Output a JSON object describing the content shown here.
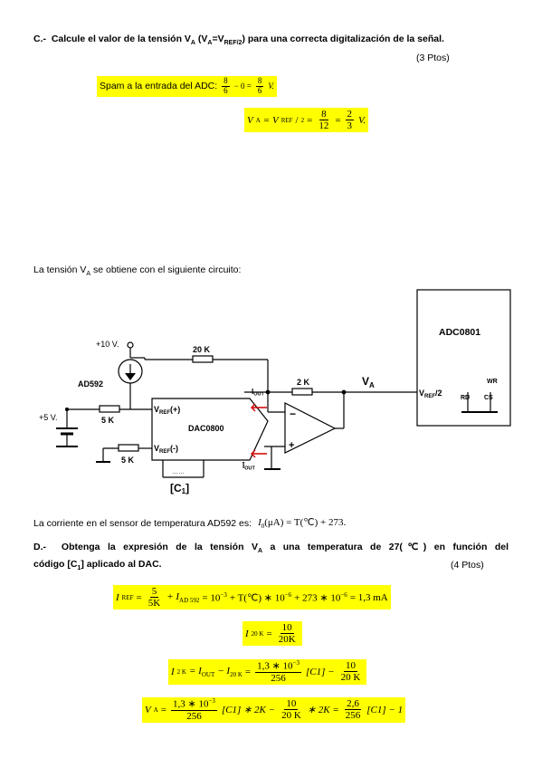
{
  "sectionC": {
    "label": "C.-",
    "title_a": "Calcule el valor de la tensión V",
    "title_sub1": "A",
    "title_b": " (V",
    "title_sub2": "A",
    "title_c": "=V",
    "title_sub3": "REF/2",
    "title_d": ") para una correcta digitalización de la señal.",
    "points": "(3 Ptos)",
    "span_text": "Spam a la entrada del ADC:",
    "span_eq_a_num": "8",
    "span_eq_a_den": "6",
    "span_eq_mid": "− 0 =",
    "span_eq_b_num": "8",
    "span_eq_b_den": "6",
    "span_eq_unit": "V.",
    "va_lhs": "V",
    "va_lhs_sub": "A",
    "va_eq1": "= V",
    "va_eq1_sub": "REF",
    "va_eq1_tail": "/",
    "va_eq1_tail_sub": "2",
    "va_eq2": "=",
    "va_f1_num": "8",
    "va_f1_den": "12",
    "va_eq3": "=",
    "va_f2_num": "2",
    "va_f2_den": "3",
    "va_unit": "V."
  },
  "intro": {
    "text_a": "La tensión V",
    "text_sub": "A",
    "text_b": " se obtiene con el siguiente circuito:"
  },
  "circuit": {
    "plus10": "+10 V.",
    "r20": "20 K",
    "ad592": "AD592",
    "plus5": "+5 V.",
    "r5a": "5 K",
    "r5b": "5 K",
    "vref_plus": "V",
    "vref_plus_sub": "REF",
    "vref_plus_tail": "(+)",
    "vref_minus": "V",
    "vref_minus_sub": "REF",
    "vref_minus_tail": "(-)",
    "dac": "DAC0800",
    "iout": "I",
    "iout_sub": "OUT",
    "iout_bar": "I",
    "iout_bar_sub": "OUT",
    "dots": "……",
    "c1": "[C",
    "c1_sub": "1",
    "c1_tail": "]",
    "r2k": "2 K",
    "va": "V",
    "va_sub": "A",
    "adc": "ADC0801",
    "adc_vref": "V",
    "adc_vref_sub": "REF",
    "adc_vref_tail": "/2",
    "wr": "WR",
    "rd": "RD",
    "cs": "CS",
    "minus": "−",
    "plus": "+"
  },
  "sensor": {
    "text": "La corriente en el sensor de temperatura AD592 es:",
    "eq": "I",
    "eq_sub": "0",
    "eq_tail": "(μA) = T(℃) + 273."
  },
  "sectionD": {
    "label": "D.-",
    "title_a": "Obtenga la expresión de la tensión V",
    "title_sub": "A",
    "title_b": " a una temperatura de 27(℃) en función del",
    "title_line2": "código [C",
    "title_line2_sub": "1",
    "title_line2_tail": "] aplicado al DAC.",
    "points": "(4 Ptos)",
    "eq1_lhs": "I",
    "eq1_lhs_sub": "REF",
    "eq1_eq": "=",
    "eq1_f_num": "5",
    "eq1_f_den": "5K",
    "eq1_rest_a": "+ I",
    "eq1_rest_sub": "AD 592",
    "eq1_rest_b": "= 10",
    "eq1_exp1": "−3",
    "eq1_rest_c": "+ T(℃) ∗ 10",
    "eq1_exp2": "−6",
    "eq1_rest_d": "+ 273 ∗ 10",
    "eq1_exp3": "−6",
    "eq1_rest_e": "= 1,3 mA",
    "eq2_lhs": "I",
    "eq2_lhs_sub": "20 K",
    "eq2_eq": "=",
    "eq2_f_num": "10",
    "eq2_f_den": "20K",
    "eq3_lhs": "I",
    "eq3_lhs_sub": "2 K",
    "eq3_a": "= I",
    "eq3_a_sub": "OUT",
    "eq3_b": "− I",
    "eq3_b_sub": "20 K",
    "eq3_c": "=",
    "eq3_f1_num": "1,3 ∗ 10",
    "eq3_f1_num_exp": "−3",
    "eq3_f1_den": "256",
    "eq3_d": "[C1] −",
    "eq3_f2_num": "10",
    "eq3_f2_den": "20 K",
    "eq4_lhs": "V",
    "eq4_lhs_sub": "A",
    "eq4_a": "=",
    "eq4_f1_num": "1,3 ∗ 10",
    "eq4_f1_num_exp": "−3",
    "eq4_f1_den": "256",
    "eq4_b": "[C1] ∗ 2K −",
    "eq4_f2_num": "10",
    "eq4_f2_den": "20 K",
    "eq4_c": "∗ 2K =",
    "eq4_f3_num": "2,6",
    "eq4_f3_den": "256",
    "eq4_d": "[C1] − 1"
  }
}
